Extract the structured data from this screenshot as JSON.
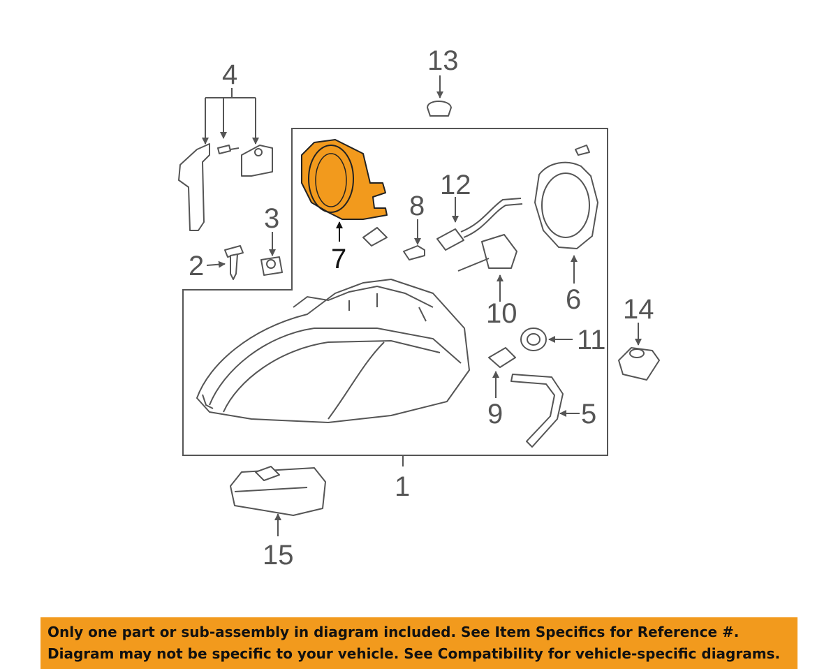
{
  "callouts": {
    "c1": "1",
    "c2": "2",
    "c3": "3",
    "c4": "4",
    "c5": "5",
    "c6": "6",
    "c7": "7",
    "c8": "8",
    "c9": "9",
    "c10": "10",
    "c11": "11",
    "c12": "12",
    "c13": "13",
    "c14": "14",
    "c15": "15"
  },
  "highlighted_part": "7",
  "colors": {
    "highlight": "#f29a1d",
    "line": "#555555",
    "banner": "#f29a1d"
  },
  "banner": {
    "line1": "Only one part or sub-assembly in diagram included. See Item Specifics for Reference #.",
    "line2": "Diagram may not be specific to your vehicle. See Compatibility for vehicle-specific diagrams."
  }
}
